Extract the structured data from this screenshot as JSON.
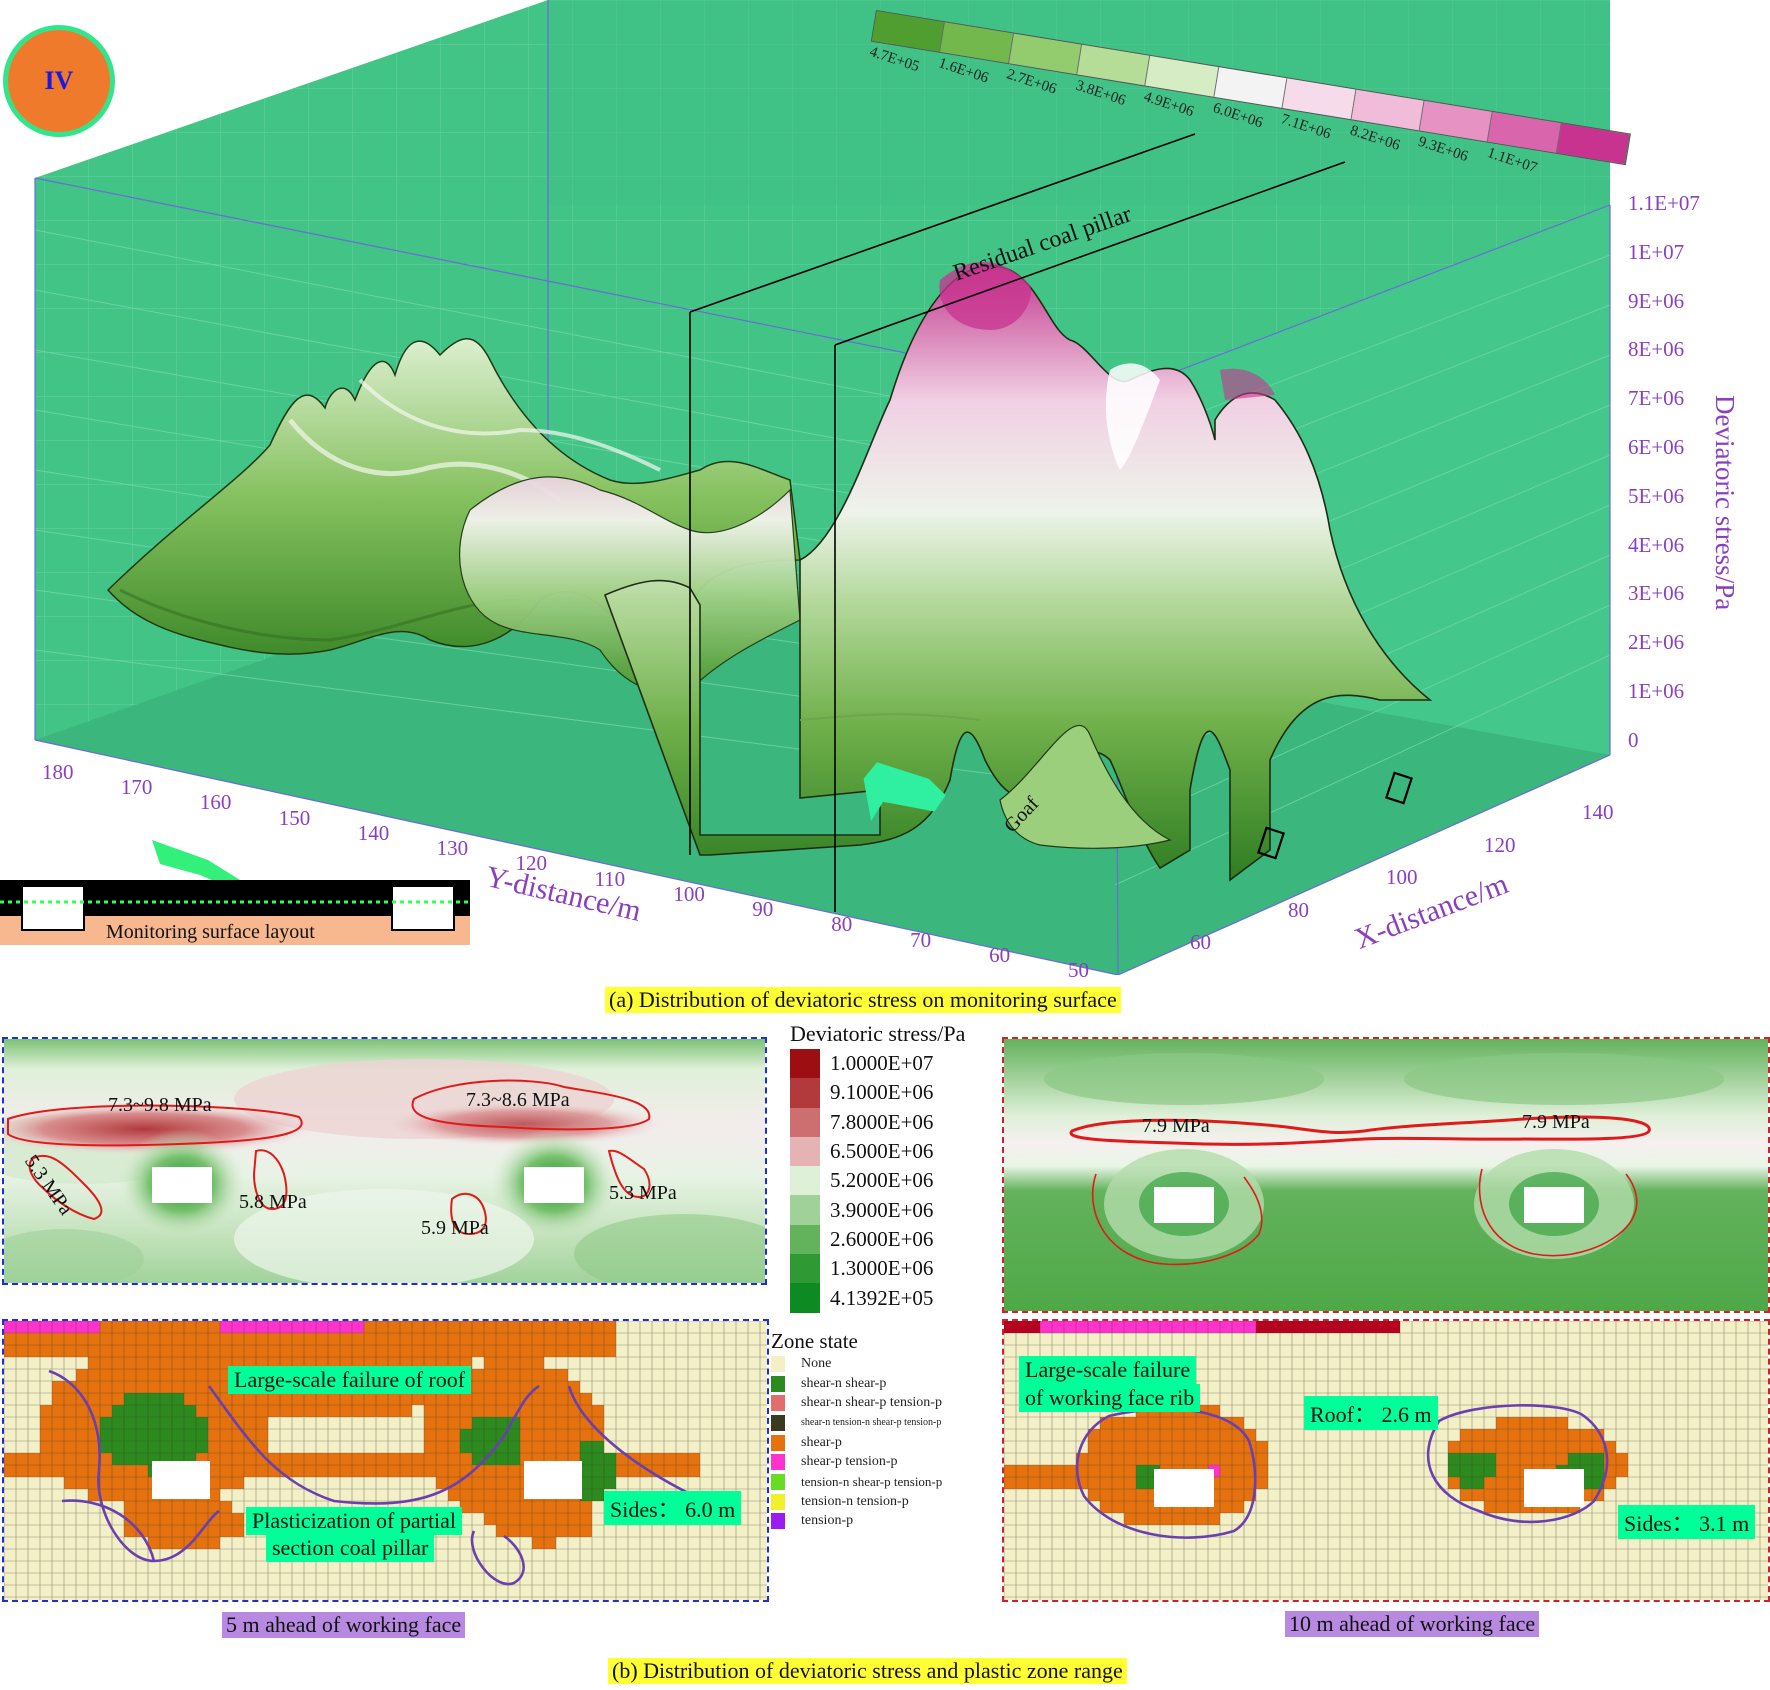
{
  "badge": {
    "text": "IV",
    "fill": "#f07a2c",
    "ring": "#33e58a"
  },
  "top_colorbar": {
    "labels": [
      "4.7E+05",
      "1.6E+06",
      "2.7E+06",
      "3.8E+06",
      "4.9E+06",
      "6.0E+06",
      "7.1E+06",
      "8.2E+06",
      "9.3E+06",
      "1.1E+07"
    ],
    "colors": [
      "#4f9e2f",
      "#72b84c",
      "#93cb6f",
      "#b5dd98",
      "#d6ecc4",
      "#f3f3f3",
      "#f6dcea",
      "#f1bcd9",
      "#e693c3",
      "#d965ad",
      "#c8338f"
    ]
  },
  "chart3d": {
    "annotation_pillar": "Residual coal pillar",
    "annotation_goaf": "Goaf",
    "z_axis_label": "Deviatoric stress/Pa",
    "z_ticks": [
      "1.1E+07",
      "1E+07",
      "9E+06",
      "8E+06",
      "7E+06",
      "6E+06",
      "5E+06",
      "4E+06",
      "3E+06",
      "2E+06",
      "1E+06",
      "0"
    ],
    "y_axis_label": "Y-distance/m",
    "y_ticks": [
      "180",
      "170",
      "160",
      "150",
      "140",
      "130",
      "120",
      "110",
      "100",
      "90",
      "80",
      "70",
      "60",
      "50"
    ],
    "x_axis_label": "X-distance/m",
    "x_ticks": [
      "60",
      "80",
      "100",
      "120",
      "140"
    ]
  },
  "inset": {
    "caption": "Monitoring surface  layout"
  },
  "caption_a": "(a)  Distribution of deviatoric stress on monitoring surface",
  "legend_stress": {
    "title": "Deviatoric stress/Pa",
    "items": [
      {
        "label": "1.0000E+07",
        "color": "#9c0e12"
      },
      {
        "label": "9.1000E+06",
        "color": "#b23a3d"
      },
      {
        "label": "7.8000E+06",
        "color": "#cd6f70"
      },
      {
        "label": "6.5000E+06",
        "color": "#e5b3b3"
      },
      {
        "label": "5.2000E+06",
        "color": "#dff0d9"
      },
      {
        "label": "3.9000E+06",
        "color": "#9fd199"
      },
      {
        "label": "2.6000E+06",
        "color": "#63b25c"
      },
      {
        "label": "1.3000E+06",
        "color": "#2f9a33"
      },
      {
        "label": "4.1392E+05",
        "color": "#0d8a22"
      }
    ]
  },
  "legend_zone": {
    "title": "Zone state",
    "items": [
      {
        "label": "None",
        "color": "#f3f0c8"
      },
      {
        "label": "shear-n shear-p",
        "color": "#2d8a1e"
      },
      {
        "label": "shear-n shear-p tension-p",
        "color": "#e26d6d"
      },
      {
        "label": "shear-n tension-n shear-p tension-p",
        "color": "#3a3a1e"
      },
      {
        "label": "shear-p",
        "color": "#e5720f"
      },
      {
        "label": "shear-p tension-p",
        "color": "#ff33cc"
      },
      {
        "label": "tension-n shear-p tension-p",
        "color": "#66dd22"
      },
      {
        "label": "tension-n tension-p",
        "color": "#f2ef2c"
      },
      {
        "label": "tension-p",
        "color": "#9a1cf0"
      }
    ]
  },
  "left_stress": {
    "labels": [
      "7.3~9.8 MPa",
      "7.3~8.6 MPa",
      "5.3 MPa",
      "5.8 MPa",
      "5.9 MPa",
      "5.3 MPa"
    ]
  },
  "right_stress": {
    "labels": [
      "7.9 MPa",
      "7.9 MPa"
    ]
  },
  "left_plastic": {
    "roof_label": "Large-scale  failure  of roof",
    "pillar_label_1": "Plasticization of partial",
    "pillar_label_2": "section coal pillar",
    "sides_label": "Sides： 6.0 m"
  },
  "right_plastic": {
    "rib_label_1": "Large-scale  failure",
    "rib_label_2": "of working  face  rib",
    "roof_label": "Roof：  2.6 m",
    "sides_label": "Sides： 3.1 m"
  },
  "sub_left": "5 m  ahead  of working face",
  "sub_right": "10 m  ahead  of working face",
  "caption_b": "(b)  Distribution of deviatoric stress and plastic zone range"
}
